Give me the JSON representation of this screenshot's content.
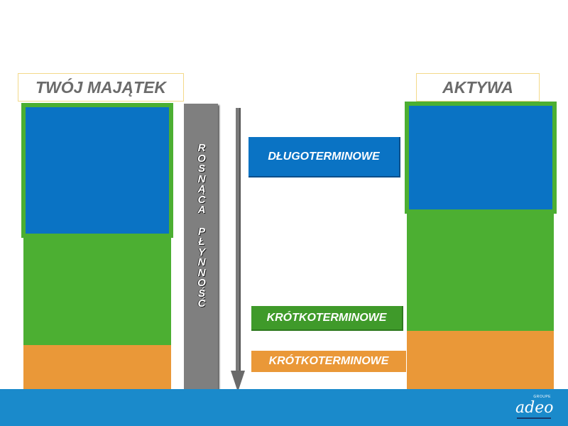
{
  "left_column": {
    "title": "TWÓJ MAJĄTEK"
  },
  "right_column": {
    "title": "AKTYWA"
  },
  "axis": {
    "word1": "ROSNĄCA",
    "word2": "PŁYNNOŚĆ"
  },
  "labels": {
    "long_term": "DŁUGOTERMINOWE",
    "short_term_green": "KRÓTKOTERMINOWE",
    "short_term_orange": "KRÓTKOTERMINOWE"
  },
  "logo": {
    "small": "GROUPE",
    "main": "adeo"
  },
  "colors": {
    "blue": "#0a73c4",
    "green": "#4caf32",
    "dark_green": "#3f9a2a",
    "orange": "#ea9838",
    "bar_gray": "#7f7f7f",
    "floor_blue": "#1a8acb"
  }
}
